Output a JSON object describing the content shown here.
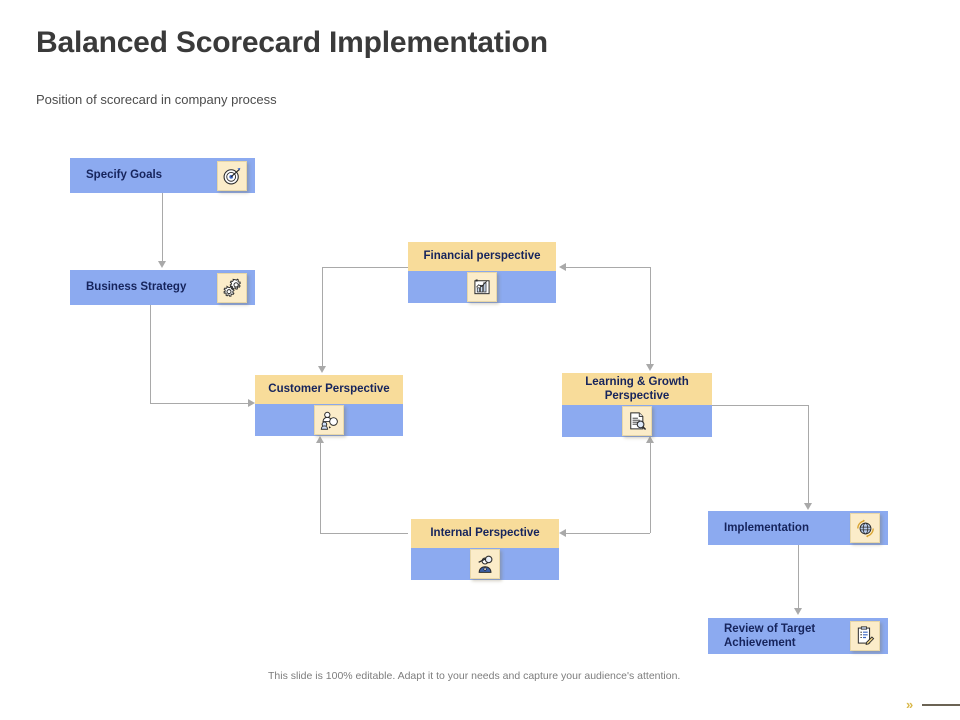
{
  "header": {
    "title": "Balanced Scorecard Implementation",
    "subtitle": "Position of scorecard in company process"
  },
  "flow": {
    "specify_goals": {
      "label": "Specify Goals",
      "icon": "target-icon"
    },
    "business_strategy": {
      "label": "Business Strategy",
      "icon": "gears-icon"
    },
    "implementation": {
      "label": "Implementation",
      "icon": "globe-cycle-icon"
    },
    "review_target": {
      "label": "Review of Target\nAchievement",
      "icon": "clipboard-check-icon"
    }
  },
  "perspectives": {
    "financial": {
      "label": "Financial perspective",
      "icon": "bar-chart-icon"
    },
    "customer": {
      "label": "Customer Perspective",
      "icon": "people-group-icon"
    },
    "learning_growth": {
      "label": "Learning & Growth\nPerspective",
      "icon": "document-search-icon"
    },
    "internal": {
      "label": "Internal Perspective",
      "icon": "person-search-icon"
    }
  },
  "footer": {
    "note": "This slide is 100% editable. Adapt it to your needs and capture your audience's attention.",
    "chevron": "»"
  },
  "colors": {
    "box_blue": "#8caaf0",
    "header_yellow": "#f8dc9a",
    "icon_tile": "#fbecc9",
    "text_navy": "#16245c",
    "title_gray": "#3a3a3a",
    "connector_gray": "#a9a9a9",
    "chevron_gold": "#d9b84a"
  }
}
